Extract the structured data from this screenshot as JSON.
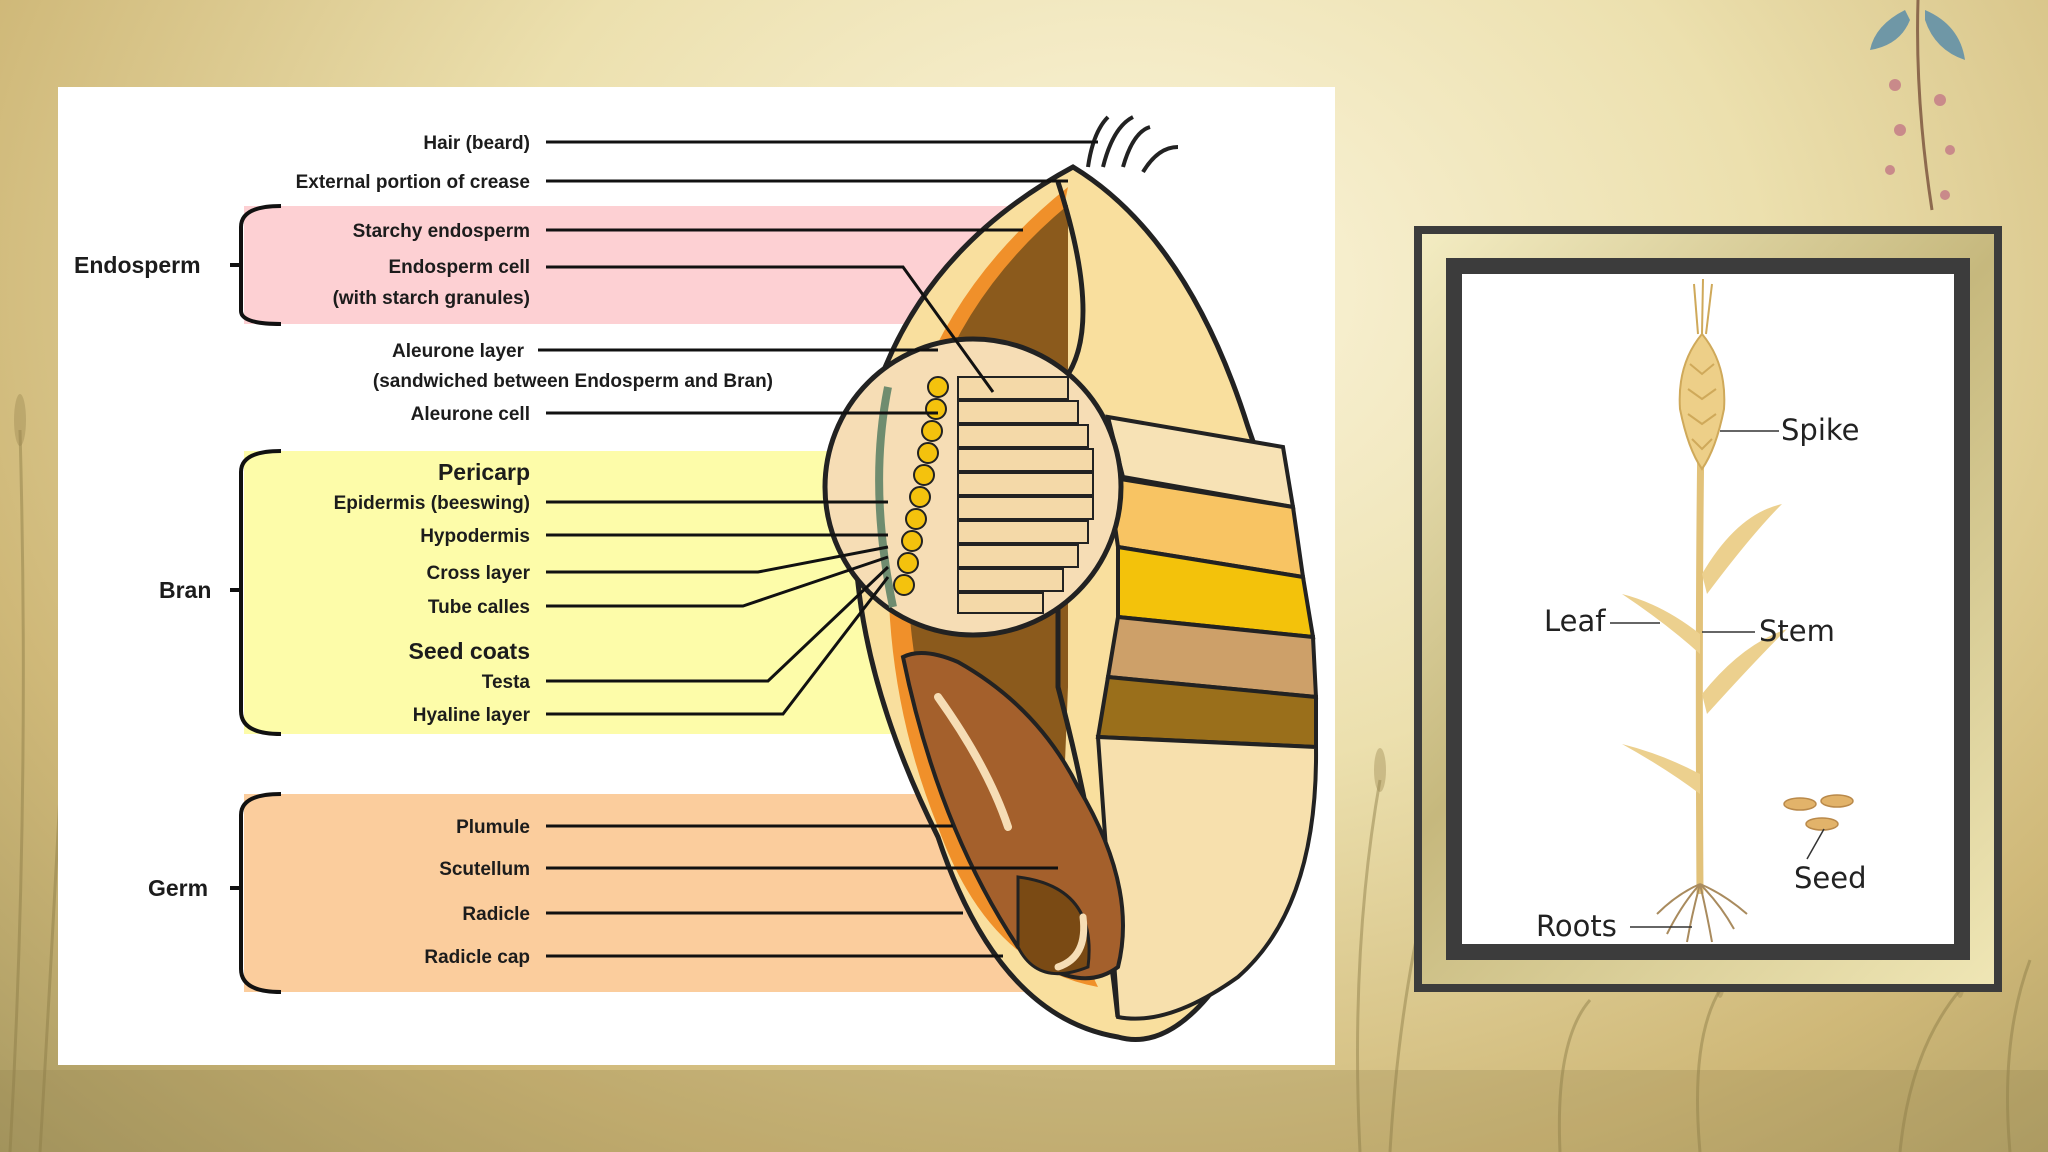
{
  "grain_diagram": {
    "labels": {
      "hair": "Hair (beard)",
      "crease": "External portion of crease",
      "starchy": "Starchy endosperm",
      "endo_cell": "Endosperm cell",
      "endo_cell_sub": "(with starch granules)",
      "aleurone_layer": "Aleurone layer",
      "aleurone_sub": "(sandwiched between Endosperm and Bran)",
      "aleurone_cell": "Aleurone cell",
      "pericarp": "Pericarp",
      "epidermis": "Epidermis (beeswing)",
      "hypodermis": "Hypodermis",
      "cross_layer": "Cross layer",
      "tube_cells": "Tube calles",
      "seed_coats": "Seed coats",
      "testa": "Testa",
      "hyaline": "Hyaline layer",
      "plumule": "Plumule",
      "scutellum": "Scutellum",
      "radicle": "Radicle",
      "radicle_cap": "Radicle cap"
    },
    "groups": {
      "endosperm": "Endosperm",
      "bran": "Bran",
      "germ": "Germ"
    },
    "colors": {
      "endosperm_band": "#fdd0d3",
      "bran_band": "#fdfca9",
      "germ_band": "#fbcd9d"
    }
  },
  "plant_diagram": {
    "labels": {
      "spike": "Spike",
      "leaf": "Leaf",
      "stem": "Stem",
      "seed": "Seed",
      "roots": "Roots"
    }
  }
}
